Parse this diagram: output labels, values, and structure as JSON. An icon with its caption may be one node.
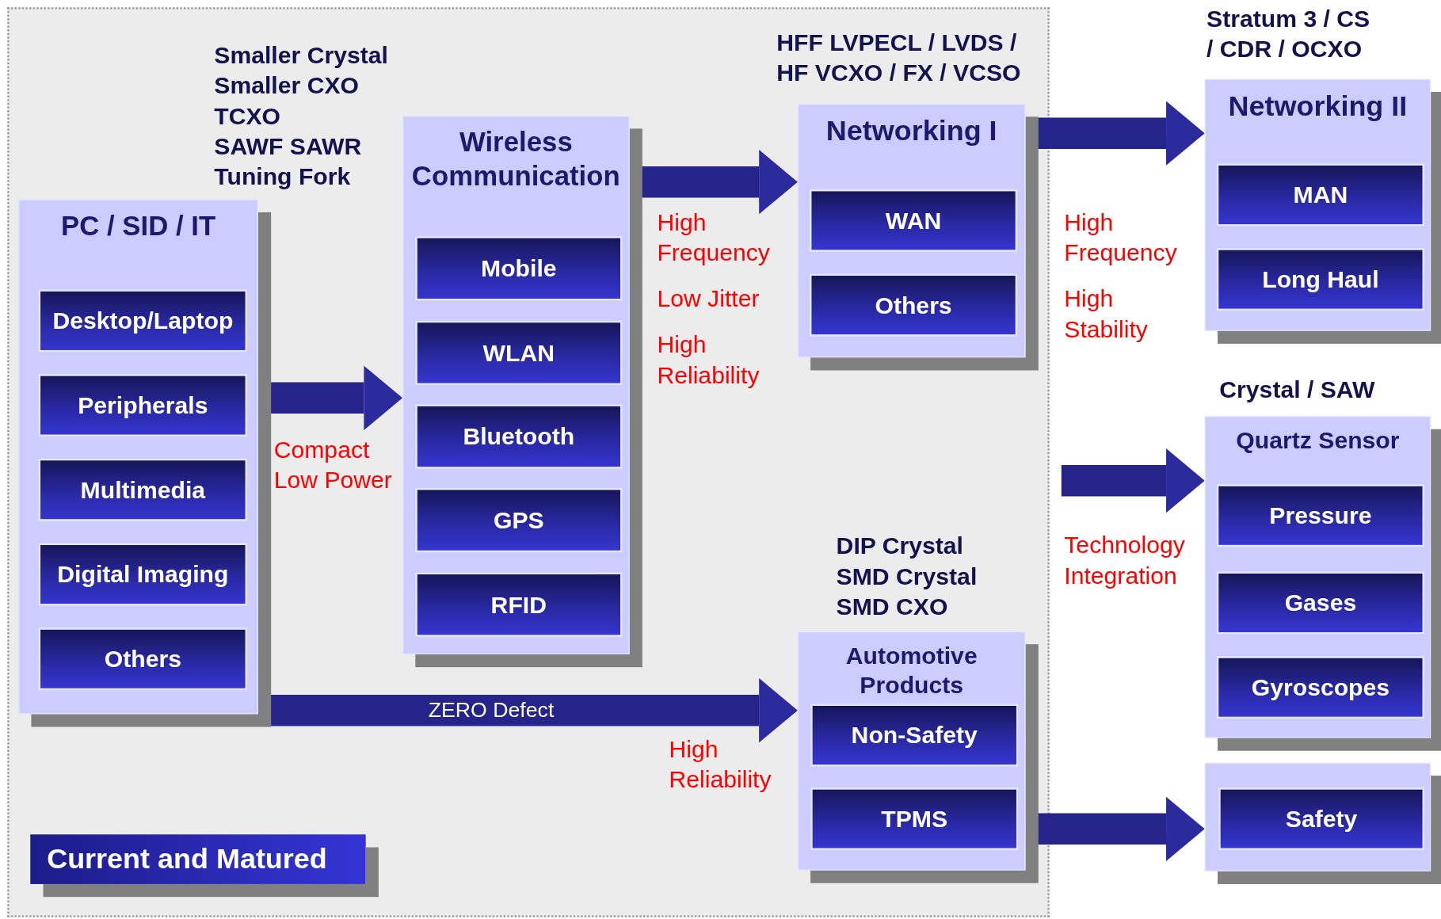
{
  "diagram": {
    "nodes": [
      {
        "text": [
          "PC / SID / IT"
        ]
      },
      {
        "text": [
          "Desktop/Laptop"
        ],
        "in": 0
      },
      {
        "text": [
          "Peripherals"
        ],
        "in": 0
      },
      {
        "text": [
          "Multimedia"
        ],
        "in": 0
      },
      {
        "text": [
          "Digital Imaging"
        ],
        "in": 0
      },
      {
        "text": [
          "Others"
        ],
        "in": 0
      },
      {
        "text": [
          "Wireless Communication"
        ]
      },
      {
        "text": [
          "Mobile"
        ],
        "in": 6
      },
      {
        "text": [
          "WLAN"
        ],
        "in": 6
      },
      {
        "text": [
          "Bluetooth"
        ],
        "in": 6
      },
      {
        "text": [
          "GPS"
        ],
        "in": 6
      },
      {
        "text": [
          "RFID"
        ],
        "in": 6
      },
      {
        "text": [
          "Networking I"
        ],
        "beside": [
          "HFF LVPECL / LVDS / HF VCXO / FX / VCSO"
        ]
      },
      {
        "text": [
          "WAN"
        ],
        "in": 12
      },
      {
        "text": [
          "Others"
        ],
        "in": 12
      },
      {
        "text": [
          "Automotive Products"
        ],
        "beside": [
          "DIP Crystal",
          "SMD Crystal",
          "SMD CXO"
        ]
      },
      {
        "text": [
          "Non-Safety"
        ],
        "in": 15
      },
      {
        "text": [
          "TPMS"
        ],
        "in": 15
      },
      {
        "text": [
          "Networking II"
        ],
        "beside": [
          "Stratum 3 / CS / CDR / OCXO"
        ]
      },
      {
        "text": [
          "MAN"
        ],
        "in": 18
      },
      {
        "text": [
          "Long Haul"
        ],
        "in": 18
      },
      {
        "text": [
          "Quartz Sensor"
        ],
        "beside": [
          "Crystal / SAW"
        ]
      },
      {
        "text": [
          "Pressure"
        ],
        "in": 21
      },
      {
        "text": [
          "Gases"
        ],
        "in": 21
      },
      {
        "text": [
          "Gyroscopes"
        ],
        "in": 21
      },
      {
        "text": [],
        "shape": "box"
      },
      {
        "text": [
          "Safety"
        ],
        "in": 25
      },
      {
        "text": [
          "Current and Matured"
        ]
      }
    ],
    "edges": [
      {
        "from": 0,
        "to": 6,
        "arrow": "to"
      },
      {
        "from": 6,
        "to": 12,
        "arrow": "to"
      },
      {
        "from": 0,
        "to": 15,
        "arrow": "to",
        "label": "ZERO Defect"
      },
      {
        "from": 12,
        "to": 18,
        "arrow": "to"
      },
      {
        "from": null,
        "to": 21,
        "arrow": "to"
      },
      {
        "from": 15,
        "to": 25,
        "arrow": "to"
      }
    ],
    "labels": [
      "Smaller Crystal",
      "Smaller CXO",
      "TCXO",
      "SAWF SAWR",
      "Tuning Fork",
      "High Frequency",
      "Low Jitter",
      "High Reliability",
      "Compact Low Power",
      "High Frequency",
      "High Stability",
      "Technology Integration",
      "High Reliability"
    ]
  }
}
